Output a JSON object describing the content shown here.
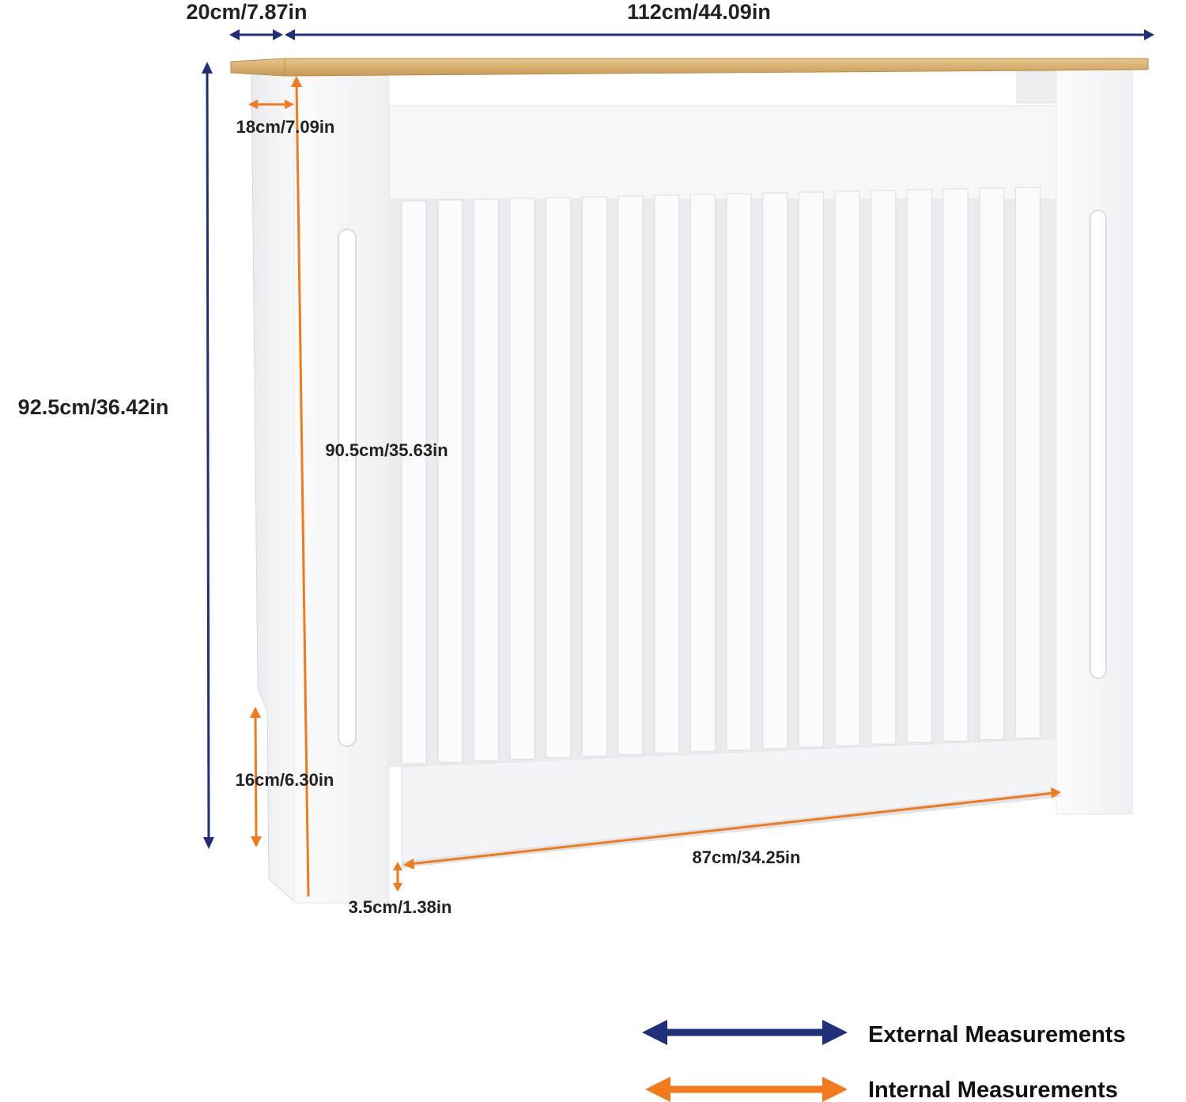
{
  "colors": {
    "external": "#1f2f7a",
    "internal": "#f07a1c",
    "wood": "#d7ad6b",
    "panel": "#f4f5f7",
    "shadow": "#dcdfe4"
  },
  "dimensions": {
    "depth_top": "20cm/7.87in",
    "width_total": "112cm/44.09in",
    "height_total": "92.5cm/36.42in",
    "depth_inner": "18cm/7.09in",
    "height_inner": "90.5cm/35.63in",
    "foot_height": "16cm/6.30in",
    "width_inner": "87cm/34.25in",
    "bottom_gap": "3.5cm/1.38in"
  },
  "legend": {
    "external_label": "External Measurements",
    "internal_label": "Internal Measurements"
  }
}
